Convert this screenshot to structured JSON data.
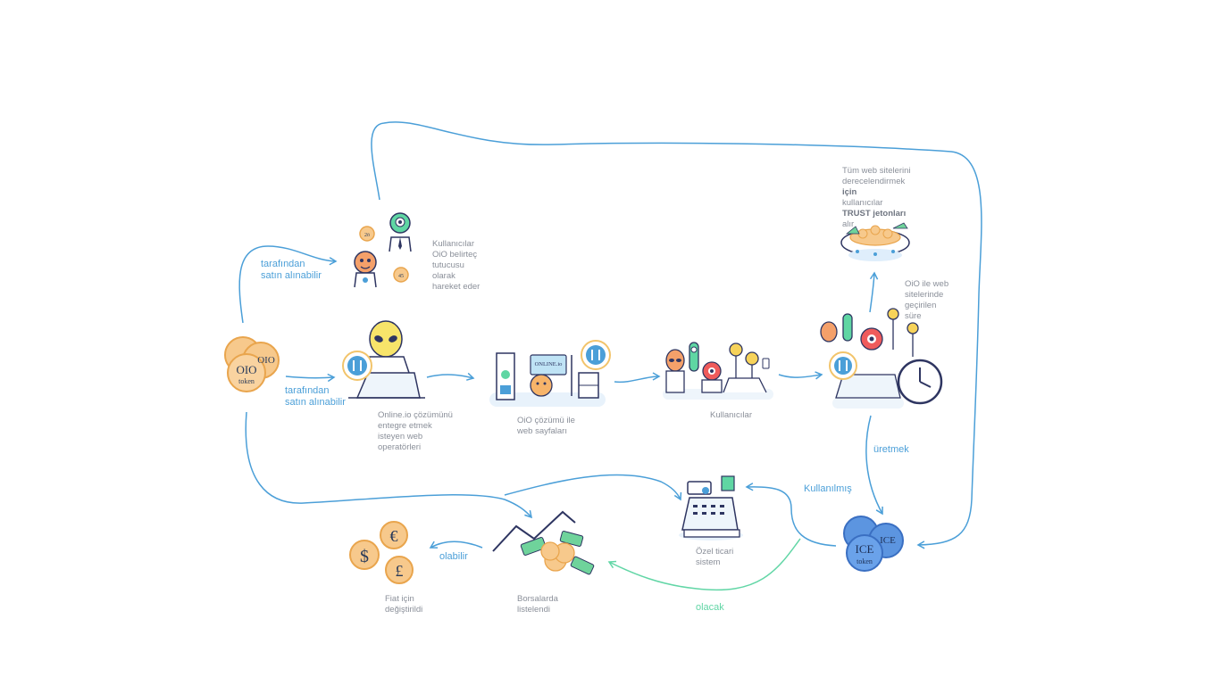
{
  "diagram": {
    "nodes": {
      "oio_token": {
        "coin_text": "OIO",
        "coin_sub": "token"
      },
      "holders": {
        "label": "Kullanıcılar\nOiO belirteç\ntutucusu\nolarak\nhareket eder",
        "coin_left": "2ō",
        "coin_right": "45"
      },
      "operators": {
        "label": "Online.io çözümünü\nentegre etmek\nisteyen web\noperatörleri"
      },
      "web_pages": {
        "label": "OiO çözümü ile\nweb sayfaları",
        "screen_text": "ONLINE.io"
      },
      "users": {
        "label": "Kullanıcılar"
      },
      "time_on_sites": {
        "label": "OiO ile web\nsitelerinde\ngeçirilen\nsüre"
      },
      "trust": {
        "line1": "Tüm web sitelerini",
        "line2": "derecelendirmek",
        "line3": "için",
        "line4": "kullanıcılar",
        "line5": "TRUST jetonları",
        "line6": "alır"
      },
      "ice_token": {
        "coin_text": "ICE",
        "coin_sub": "token"
      },
      "private_trade": {
        "label": "Özel ticari\nsistem"
      },
      "exchanges": {
        "label": "Borsalarda\nlistelendi"
      },
      "fiat": {
        "label": "Fiat için\ndeğiştirildi",
        "symbols": [
          "€",
          "$",
          "£"
        ]
      }
    },
    "edges": {
      "bought_by_holders": "tarafından\nsatın alınabilir",
      "bought_by_operators": "tarafından\nsatın alınabilir",
      "generate": "üretmek",
      "used": "Kullanılmış",
      "will_be": "olacak",
      "can_be": "olabilir"
    },
    "colors": {
      "arrow": "#4b9fd8",
      "arrow_green": "#62d6a6",
      "coin": "#f7c98c",
      "coin_ring": "#e9a54d",
      "ice": "#4a86d6",
      "label": "#8a8f99"
    }
  }
}
